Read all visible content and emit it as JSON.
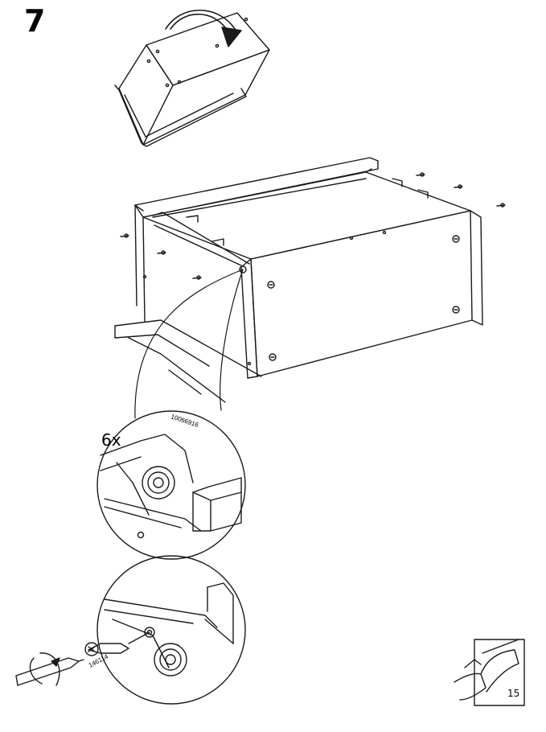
{
  "step": {
    "number": "7"
  },
  "detail": {
    "quantity": "6x",
    "part_fitting": "10066916",
    "part_screw": "146114"
  },
  "footer": {
    "page_number": "15",
    "icon": "page-turn-icon"
  }
}
